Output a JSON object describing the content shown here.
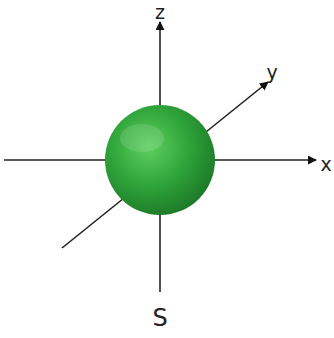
{
  "diagram": {
    "labels": [
      "z",
      "y",
      "x",
      "S"
    ]
  }
}
